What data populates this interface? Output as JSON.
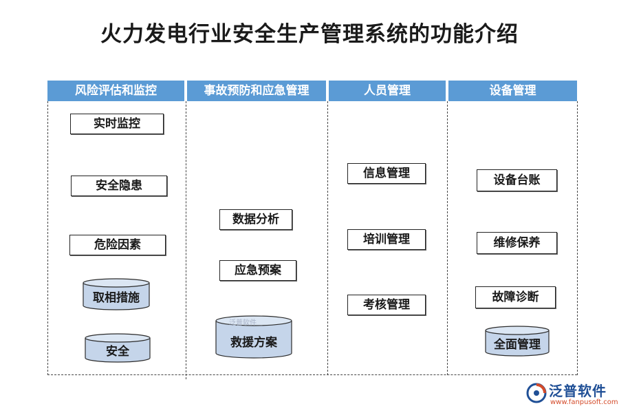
{
  "title": "火力发电行业安全生产管理系统的功能介绍",
  "columns": [
    {
      "header": "风险评估和监控",
      "boxes": [
        "实时监控",
        "安全隐患",
        "危险因素"
      ],
      "cylinders": [
        "取相措施",
        "安全"
      ]
    },
    {
      "header": "事故预防和应急管理",
      "boxes": [
        "数据分析",
        "应急预案"
      ],
      "cylinders": [
        "救援方案"
      ]
    },
    {
      "header": "人员管理",
      "boxes": [
        "信息管理",
        "培训管理",
        "考核管理"
      ],
      "cylinders": []
    },
    {
      "header": "设备管理",
      "boxes": [
        "设备台账",
        "维修保养",
        "故障诊断"
      ],
      "cylinders": [
        "全面管理"
      ]
    }
  ],
  "watermark": "泛普软件",
  "logo": {
    "name": "泛普软件",
    "url": "www.fanpusoft.com",
    "icon": "fanpu-logo-icon"
  },
  "colors": {
    "header_bg": "#5b9bd5",
    "cylinder_fill": "#c5d5ea",
    "cylinder_top": "#dbe6f3",
    "cylinder_stroke": "#2b2b2b"
  }
}
